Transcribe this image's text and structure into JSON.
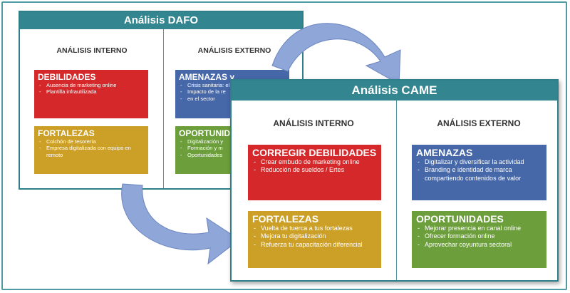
{
  "dafo": {
    "title": "Análisis DAFO",
    "internal_heading": "ANÁLISIS INTERNO",
    "external_heading": "ANÁLISIS EXTERNO",
    "debilidades": {
      "title": "DEBILIDADES",
      "items": [
        "Ausencia de marketing online",
        "Plantilla infrautilizada"
      ]
    },
    "fortalezas": {
      "title": "FORTALEZAS",
      "items": [
        "Colchón de tesorería",
        "Empresa digitalizada con equipo en remoto"
      ]
    },
    "amenazas": {
      "title": "AMENAZAS y",
      "items": [
        "Crisis sanitaria: el",
        "Impacto de la re",
        "en el sector"
      ]
    },
    "oportunidades": {
      "title": "OPORTUNIDA",
      "items": [
        "Digitalización y",
        "Formación y m",
        "Oportunidades"
      ]
    }
  },
  "came": {
    "title": "Análisis CAME",
    "internal_heading": "ANÁLISIS INTERNO",
    "external_heading": "ANÁLISIS EXTERNO",
    "corregir": {
      "title": "CORREGIR DEBILIDADES",
      "items": [
        "Crear embudo de  marketing online",
        "Reducción de sueldos / Ertes"
      ]
    },
    "fortalezas": {
      "title": "FORTALEZAS",
      "items": [
        "Vuelta de tuerca a tus fortalezas",
        "Mejora tu digitalización",
        "Refuerza tu capacitación diferencial"
      ]
    },
    "amenazas": {
      "title": "AMENAZAS",
      "items": [
        "Digitalizar y diversificar la actividad",
        "Branding e identidad de marca compartiendo contenidos de valor"
      ]
    },
    "oportunidades": {
      "title": "OPORTUNIDADES",
      "items": [
        "Mejorar presencia en canal online",
        "Ofrecer formación online",
        "Aprovechar coyuntura sectoral"
      ]
    }
  },
  "colors": {
    "teal": "#33858f",
    "red": "#d4282a",
    "blue": "#4667a8",
    "yellow": "#cc9f27",
    "green": "#6c9e3c",
    "arrow": "#8fa6d8"
  }
}
